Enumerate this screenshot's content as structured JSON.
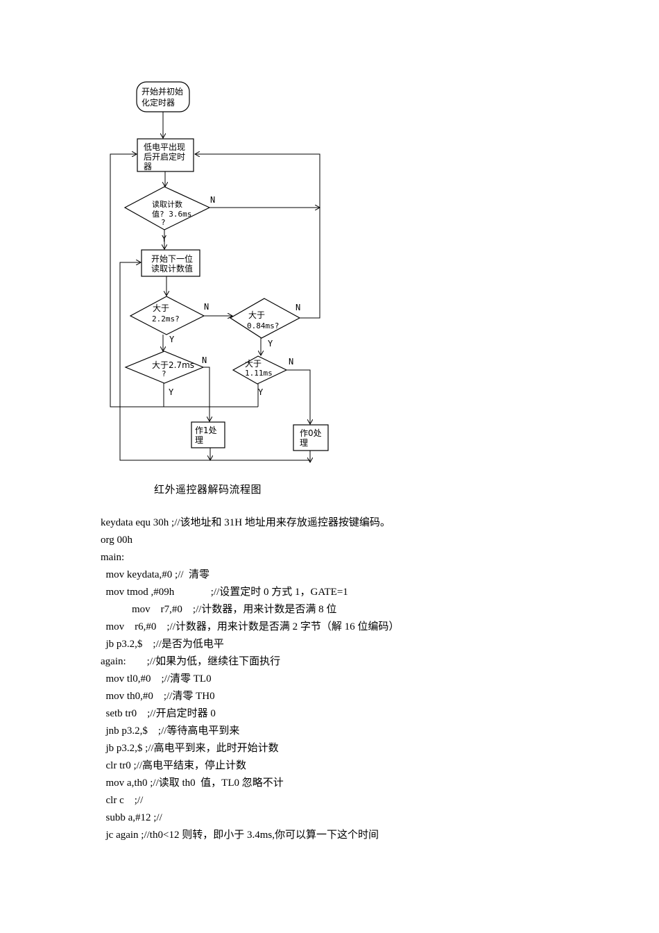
{
  "flowchart": {
    "nodes": {
      "start": [
        "开始并初始",
        "化定时器"
      ],
      "low_level": [
        "低电平出现",
        "后开启定时",
        "器"
      ],
      "read_count": [
        "读取计数",
        "值? 3.6ms",
        "?"
      ],
      "next_bit": [
        "开始下一位",
        "读取计数值"
      ],
      "gt_2_2": [
        "大于",
        "2.2ms?"
      ],
      "gt_0_84": [
        "大于",
        "0.84ms?"
      ],
      "gt_2_7": [
        "大于2.7ms",
        "?"
      ],
      "gt_1_11": [
        "大于",
        "1.11ms"
      ],
      "do_1": [
        "作1处",
        "理"
      ],
      "do_0": [
        "作0处",
        "理"
      ]
    },
    "labels": {
      "yes": "Y",
      "no": "N"
    },
    "caption": "红外遥控器解码流程图"
  },
  "code_lines": [
    "keydata equ 30h ;//该地址和 31H 地址用来存放遥控器按键编码。",
    "org 00h",
    "main:",
    "  mov keydata,#0 ;//  清零",
    "  mov tmod ,#09h              ;//设置定时 0 方式 1，GATE=1",
    "            mov    r7,#0    ;//计数器，用来计数是否满 8 位",
    "  mov    r6,#0    ;//计数器，用来计数是否满 2 字节（解 16 位编码）",
    "  jb p3.2,$    ;//是否为低电平",
    "again:        ;//如果为低，继续往下面执行",
    "  mov tl0,#0    ;//清零 TL0",
    "  mov th0,#0    ;//清零 TH0",
    "  setb tr0    ;//开启定时器 0",
    "  jnb p3.2,$    ;//等待高电平到来",
    "  jb p3.2,$ ;//高电平到来，此时开始计数",
    "  clr tr0 ;//高电平结束，停止计数",
    "  mov a,th0 ;//读取 th0  值，TL0 忽略不计",
    "  clr c    ;//",
    "  subb a,#12 ;//",
    "  jc again ;//th0<12 则转，即小于 3.4ms,你可以算一下这个时间"
  ]
}
